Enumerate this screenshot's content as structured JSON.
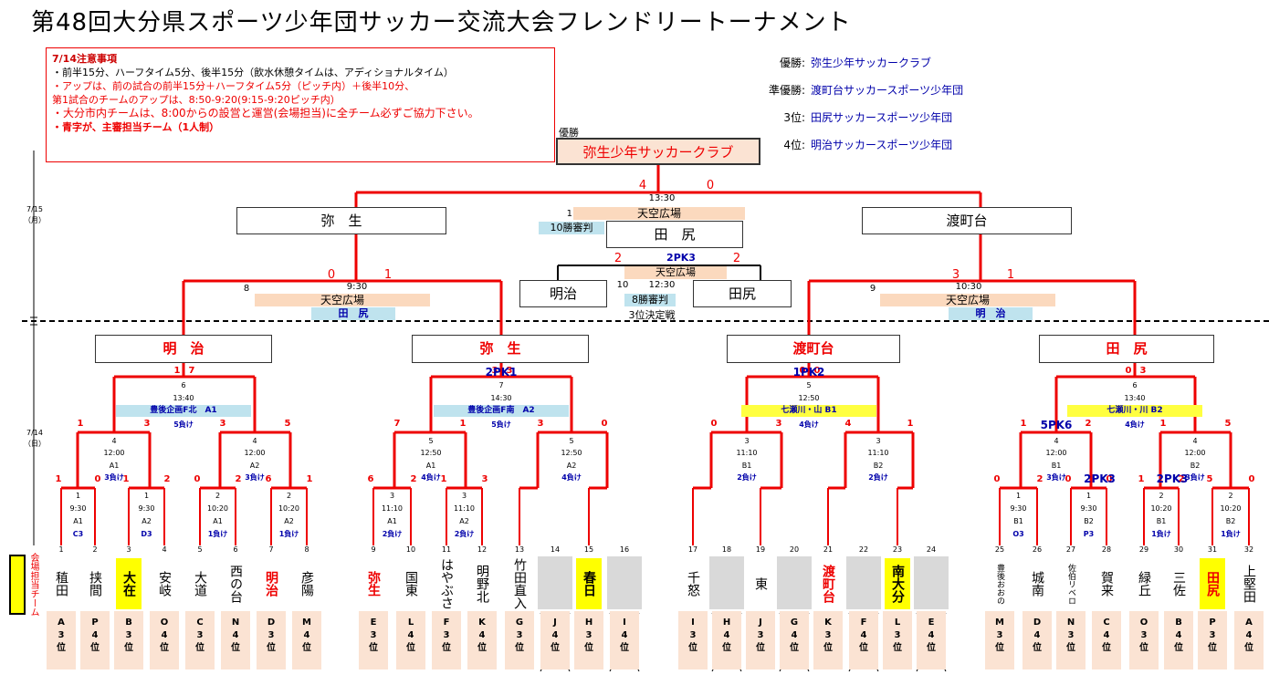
{
  "title": "第48回大分県スポーツ少年団サッカー交流大会フレンドリートーナメント",
  "notes": {
    "head": "7/14注意事項",
    "lines": [
      "・前半15分、ハーフタイム5分、後半15分（飲水休憩タイムは、アディショナルタイム）",
      "・アップは、前の試合の前半15分＋ハーフタイム5分（ピッチ内）＋後半10分、",
      "第1試合のチームのアップは、8:50-9:20(9:15-9:20ピッチ内）",
      "・大分市内チームは、8:00からの設営と運営(会場担当)に全チーム必ずご協力下さい。",
      "・青字が、主審担当チーム（1人制）"
    ]
  },
  "results": [
    {
      "label": "優勝:",
      "team": "弥生少年サッカークラブ"
    },
    {
      "label": "準優勝:",
      "team": "渡町台サッカースポーツ少年団"
    },
    {
      "label": "3位:",
      "team": "田尻サッカースポーツ少年団"
    },
    {
      "label": "4位:",
      "team": "明治サッカースポーツ少年団"
    }
  ],
  "final": {
    "label": "優勝",
    "winner": "弥生少年サッカークラブ",
    "score_l": "4",
    "score_r": "0",
    "no": "11",
    "time": "13:30",
    "venue": "天空広場",
    "ref": "10勝審判"
  },
  "third": {
    "team": "田　尻",
    "pk": "2PK3",
    "score_l": "2",
    "score_r": "2",
    "no": "10",
    "time": "12:30",
    "venue": "天空広場",
    "ref": "8勝審判",
    "label": "3位決定戦",
    "left": "明治",
    "right": "田尻"
  },
  "semis": [
    {
      "team": "弥　生",
      "no": "8",
      "time": "9:30",
      "venue": "天空広場",
      "ref": "田　尻",
      "score_l": "0",
      "score_r": "1"
    },
    {
      "team": "渡町台",
      "no": "9",
      "time": "10:30",
      "venue": "天空広場",
      "ref": "明　治",
      "score_l": "3",
      "score_r": "1"
    }
  ],
  "dates": {
    "d15": "7/15",
    "d15w": "（月）",
    "d14": "7/14",
    "d14w": "（日）"
  },
  "block_winners": [
    "明　治",
    "弥　生",
    "渡町台",
    "田　尻"
  ],
  "block_finals": [
    {
      "no": "6",
      "time": "13:40",
      "venue": "豊後企画F北　A1",
      "ref": "5負け",
      "score_l": "1",
      "score_r": "7",
      "pk": ""
    },
    {
      "no": "7",
      "time": "14:30",
      "venue": "豊後企画F南　A2",
      "ref": "5負け",
      "score_l": "3",
      "score_r": "3",
      "pk": "2PK1"
    },
    {
      "no": "5",
      "time": "12:50",
      "venue": "七瀬川・山 B1",
      "ref": "4負け",
      "score_l": "0",
      "score_r": "0",
      "pk": "1PK2"
    },
    {
      "no": "6",
      "time": "13:40",
      "venue": "七瀬川・川 B2",
      "ref": "4負け",
      "score_l": "0",
      "score_r": "3",
      "pk": ""
    }
  ],
  "r2": [
    {
      "no": "4",
      "time": "12:00",
      "field": "A1",
      "ref": "3負け",
      "sl": "1",
      "sr": "3",
      "pk": ""
    },
    {
      "no": "4",
      "time": "12:00",
      "field": "A2",
      "ref": "3負け",
      "sl": "3",
      "sr": "5",
      "pk": ""
    },
    {
      "no": "5",
      "time": "12:50",
      "field": "A1",
      "ref": "4負け",
      "sl": "7",
      "sr": "1",
      "pk": ""
    },
    {
      "no": "5",
      "time": "12:50",
      "field": "A2",
      "ref": "4負け",
      "sl": "3",
      "sr": "0",
      "pk": ""
    },
    {
      "no": "3",
      "time": "11:10",
      "field": "B1",
      "ref": "2負け",
      "sl": "0",
      "sr": "3",
      "pk": ""
    },
    {
      "no": "3",
      "time": "11:10",
      "field": "B2",
      "ref": "2負け",
      "sl": "4",
      "sr": "1",
      "pk": ""
    },
    {
      "no": "4",
      "time": "12:00",
      "field": "B1",
      "ref": "3負け",
      "sl": "1",
      "sr": "2",
      "pk": "5PK6"
    },
    {
      "no": "4",
      "time": "12:00",
      "field": "B2",
      "ref": "3負け",
      "sl": "1",
      "sr": "5",
      "pk": ""
    }
  ],
  "r1": [
    {
      "no": "1",
      "time": "9:30",
      "field": "A1",
      "ref": "C3",
      "sl": "1",
      "sr": "0",
      "pk": ""
    },
    {
      "no": "1",
      "time": "9:30",
      "field": "A2",
      "ref": "D3",
      "sl": "1",
      "sr": "2",
      "pk": ""
    },
    {
      "no": "2",
      "time": "10:20",
      "field": "A1",
      "ref": "1負け",
      "sl": "0",
      "sr": "2",
      "pk": ""
    },
    {
      "no": "2",
      "time": "10:20",
      "field": "A2",
      "ref": "1負け",
      "sl": "6",
      "sr": "1",
      "pk": ""
    },
    {
      "no": "3",
      "time": "11:10",
      "field": "A1",
      "ref": "2負け",
      "sl": "6",
      "sr": "2",
      "pk": ""
    },
    {
      "no": "3",
      "time": "11:10",
      "field": "A2",
      "ref": "2負け",
      "sl": "1",
      "sr": "3",
      "pk": ""
    },
    {
      "no": "1",
      "time": "9:30",
      "field": "B1",
      "ref": "O3",
      "sl": "0",
      "sr": "2",
      "pk": ""
    },
    {
      "no": "1",
      "time": "9:30",
      "field": "B2",
      "ref": "P3",
      "sl": "0",
      "sr": "0",
      "pk": "2PK3"
    },
    {
      "no": "2",
      "time": "10:20",
      "field": "B1",
      "ref": "1負け",
      "sl": "1",
      "sr": "2",
      "pk": "2PK3"
    },
    {
      "no": "2",
      "time": "10:20",
      "field": "B2",
      "ref": "1負け",
      "sl": "5",
      "sr": "0",
      "pk": ""
    }
  ],
  "side_label": "会場担当チーム",
  "teams": [
    {
      "n": "1",
      "name": "稙田",
      "rank": "A\n3\n位"
    },
    {
      "n": "2",
      "name": "挟間",
      "rank": "P\n4\n位"
    },
    {
      "n": "3",
      "name": "大在",
      "rank": "B\n3\n位"
    },
    {
      "n": "4",
      "name": "安岐",
      "rank": "O\n4\n位"
    },
    {
      "n": "5",
      "name": "大道",
      "rank": "C\n3\n位"
    },
    {
      "n": "6",
      "name": "西の台",
      "rank": "N\n4\n位"
    },
    {
      "n": "7",
      "name": "明治",
      "rank": "D\n3\n位"
    },
    {
      "n": "8",
      "name": "彦陽",
      "rank": "M\n4\n位"
    },
    {
      "n": "9",
      "name": "弥生",
      "rank": "E\n3\n位"
    },
    {
      "n": "10",
      "name": "国東",
      "rank": "L\n4\n位"
    },
    {
      "n": "11",
      "name": "はやぶさ",
      "rank": "F\n3\n位"
    },
    {
      "n": "12",
      "name": "明野北",
      "rank": "K\n4\n位"
    },
    {
      "n": "13",
      "name": "竹田直入",
      "rank": "G\n3\n位"
    },
    {
      "n": "14",
      "name": "",
      "rank": "J\n4\n位"
    },
    {
      "n": "15",
      "name": "春日",
      "rank": "H\n3\n位"
    },
    {
      "n": "16",
      "name": "",
      "rank": "I\n4\n位"
    },
    {
      "n": "17",
      "name": "千怒",
      "rank": "I\n3\n位"
    },
    {
      "n": "18",
      "name": "",
      "rank": "H\n4\n位"
    },
    {
      "n": "19",
      "name": "東",
      "rank": "J\n3\n位"
    },
    {
      "n": "20",
      "name": "",
      "rank": "G\n4\n位"
    },
    {
      "n": "21",
      "name": "渡町台",
      "rank": "K\n3\n位"
    },
    {
      "n": "22",
      "name": "",
      "rank": "F\n4\n位"
    },
    {
      "n": "23",
      "name": "南大分",
      "rank": "L\n3\n位"
    },
    {
      "n": "24",
      "name": "",
      "rank": "E\n4\n位"
    },
    {
      "n": "25",
      "name": "豊後おおの",
      "rank": "M\n3\n位"
    },
    {
      "n": "26",
      "name": "城南",
      "rank": "D\n4\n位"
    },
    {
      "n": "27",
      "name": "佐伯リベロ",
      "rank": "N\n3\n位"
    },
    {
      "n": "28",
      "name": "賀来",
      "rank": "C\n4\n位"
    },
    {
      "n": "29",
      "name": "緑丘",
      "rank": "O\n3\n位"
    },
    {
      "n": "30",
      "name": "三佐",
      "rank": "B\n4\n位"
    },
    {
      "n": "31",
      "name": "田尻",
      "rank": "P\n3\n位"
    },
    {
      "n": "32",
      "name": "上堅田",
      "rank": "A\n4\n位"
    }
  ]
}
